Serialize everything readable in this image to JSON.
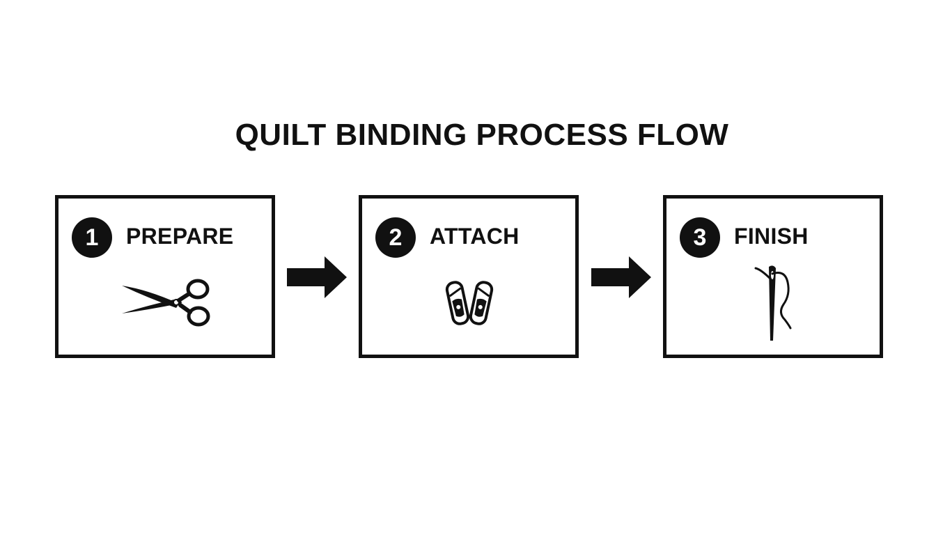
{
  "title": "QUILT BINDING PROCESS FLOW",
  "steps": [
    {
      "number": "1",
      "label": "PREPARE",
      "icon": "scissors-icon"
    },
    {
      "number": "2",
      "label": "ATTACH",
      "icon": "binding-clips-icon"
    },
    {
      "number": "3",
      "label": "FINISH",
      "icon": "needle-thread-icon"
    }
  ],
  "arrows": [
    "arrow-right-icon",
    "arrow-right-icon"
  ],
  "colors": {
    "ink": "#111111",
    "background": "#ffffff"
  }
}
